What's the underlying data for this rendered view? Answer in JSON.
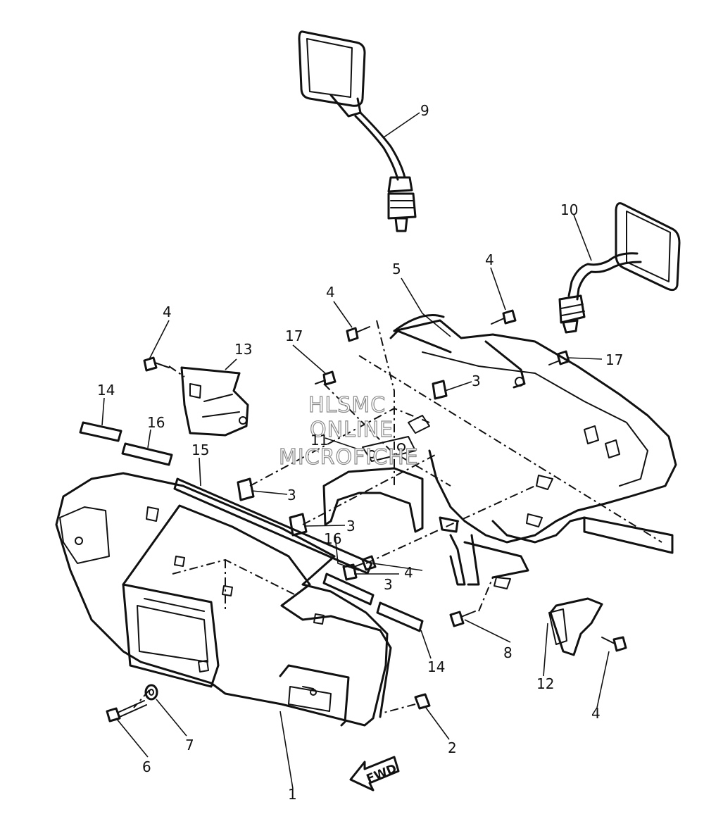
{
  "diagram": {
    "watermark": [
      "HLSMC",
      "ONLINE",
      "MICROFICHE"
    ],
    "direction_label": "FWD",
    "callouts": [
      {
        "id": "c9",
        "label": "9"
      },
      {
        "id": "c10",
        "label": "10"
      },
      {
        "id": "c5",
        "label": "5"
      },
      {
        "id": "c4a",
        "label": "4"
      },
      {
        "id": "c4b",
        "label": "4"
      },
      {
        "id": "c4c",
        "label": "4"
      },
      {
        "id": "c4d",
        "label": "4"
      },
      {
        "id": "c4e",
        "label": "4"
      },
      {
        "id": "c13",
        "label": "13"
      },
      {
        "id": "c17a",
        "label": "17"
      },
      {
        "id": "c17b",
        "label": "17"
      },
      {
        "id": "c3a",
        "label": "3"
      },
      {
        "id": "c3b",
        "label": "3"
      },
      {
        "id": "c3c",
        "label": "3"
      },
      {
        "id": "c3d",
        "label": "3"
      },
      {
        "id": "c11",
        "label": "11"
      },
      {
        "id": "c14a",
        "label": "14"
      },
      {
        "id": "c14b",
        "label": "14"
      },
      {
        "id": "c16a",
        "label": "16"
      },
      {
        "id": "c16b",
        "label": "16"
      },
      {
        "id": "c15",
        "label": "15"
      },
      {
        "id": "c8",
        "label": "8"
      },
      {
        "id": "c12",
        "label": "12"
      },
      {
        "id": "c6",
        "label": "6"
      },
      {
        "id": "c7",
        "label": "7"
      },
      {
        "id": "c2",
        "label": "2"
      },
      {
        "id": "c1",
        "label": "1"
      }
    ]
  }
}
